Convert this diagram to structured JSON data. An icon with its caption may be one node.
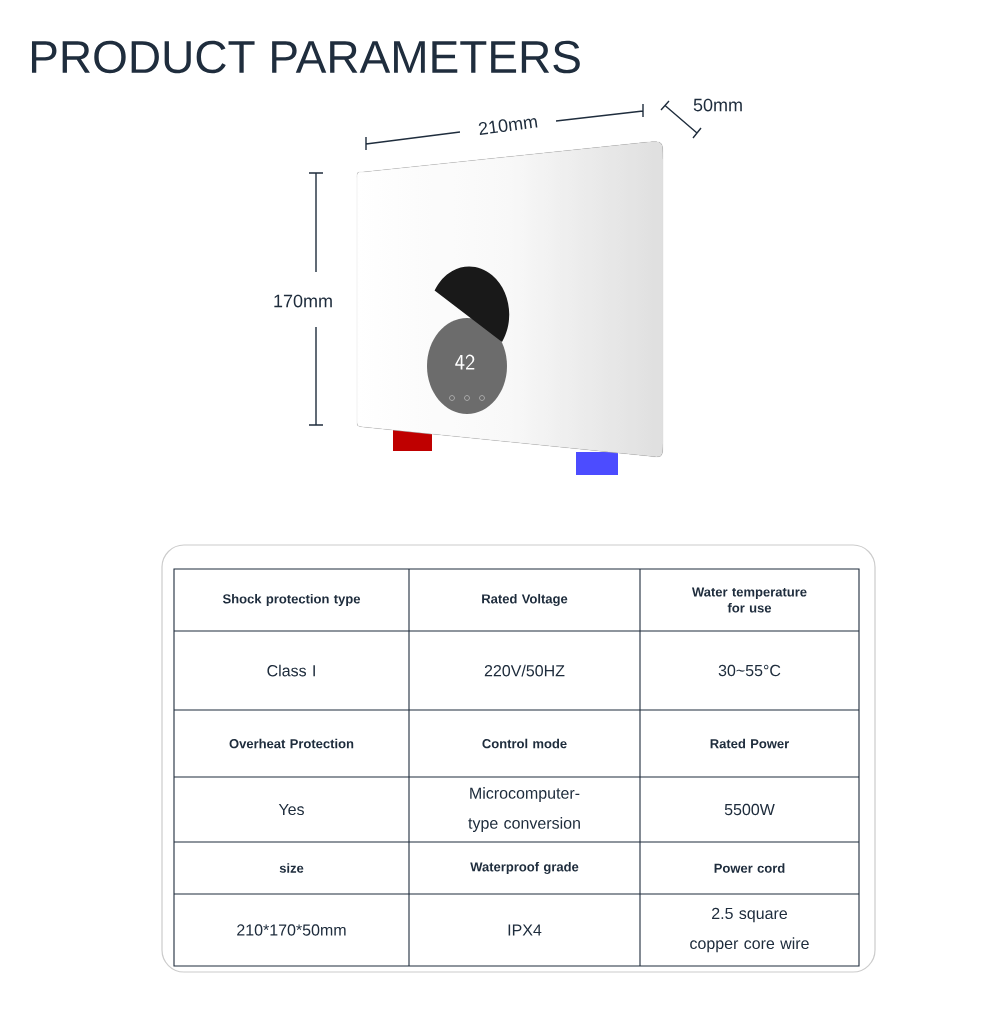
{
  "diagram": {
    "title": "PRODUCT PARAMETERS",
    "labels": [
      "210mm",
      "50mm",
      "170mm",
      "42",
      "Shock protection type",
      "Rated Voltage",
      "Water temperature for use",
      "Class I",
      "220V/50HZ",
      "30~55°C",
      "Overheat Protection",
      "Control mode",
      "Rated Power",
      "Yes",
      "Microcomputer- type conversion",
      "5500W",
      "size",
      "Waterproof grade",
      "Power cord",
      "210*170*50mm",
      "IPX4",
      "2.5 square copper core wire"
    ]
  }
}
